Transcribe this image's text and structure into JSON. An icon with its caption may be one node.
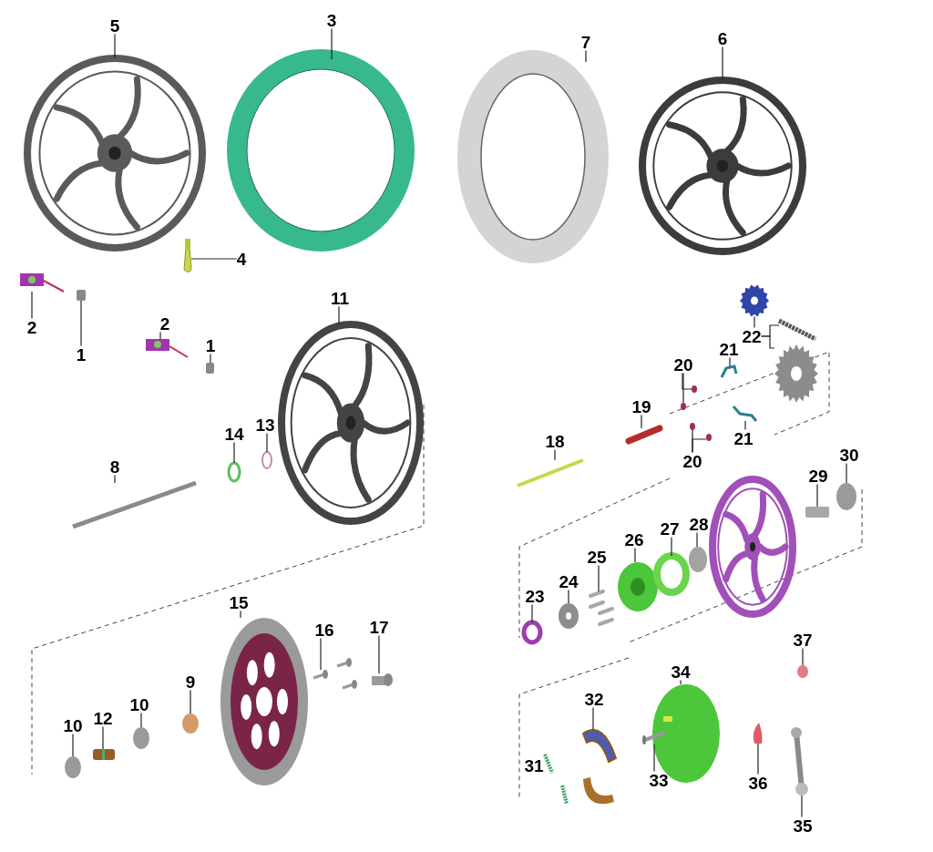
{
  "diagram": {
    "nodes": [
      {
        "text": [
          "5"
        ]
      },
      {
        "text": [
          "3"
        ]
      },
      {
        "text": [
          "7"
        ]
      },
      {
        "text": [
          "6"
        ]
      },
      {
        "text": [
          "4"
        ]
      },
      {
        "text": [
          "2"
        ]
      },
      {
        "text": [
          "1"
        ]
      },
      {
        "text": [
          "2"
        ]
      },
      {
        "text": [
          "1"
        ]
      },
      {
        "text": [
          "11"
        ]
      },
      {
        "text": [
          "14"
        ]
      },
      {
        "text": [
          "13"
        ]
      },
      {
        "text": [
          "8"
        ]
      },
      {
        "text": [
          "15"
        ]
      },
      {
        "text": [
          "16"
        ]
      },
      {
        "text": [
          "17"
        ]
      },
      {
        "text": [
          "10"
        ]
      },
      {
        "text": [
          "12"
        ]
      },
      {
        "text": [
          "10"
        ]
      },
      {
        "text": [
          "9"
        ]
      },
      {
        "text": [
          "22"
        ]
      },
      {
        "text": [
          "21"
        ]
      },
      {
        "text": [
          "20"
        ]
      },
      {
        "text": [
          "19"
        ]
      },
      {
        "text": [
          "20"
        ]
      },
      {
        "text": [
          "21"
        ]
      },
      {
        "text": [
          "18"
        ]
      },
      {
        "text": [
          "30"
        ]
      },
      {
        "text": [
          "29"
        ]
      },
      {
        "text": [
          "26"
        ]
      },
      {
        "text": [
          "27"
        ]
      },
      {
        "text": [
          "28"
        ]
      },
      {
        "text": [
          "25"
        ]
      },
      {
        "text": [
          "24"
        ]
      },
      {
        "text": [
          "23"
        ]
      },
      {
        "text": [
          "37"
        ]
      },
      {
        "text": [
          "34"
        ]
      },
      {
        "text": [
          "32"
        ]
      },
      {
        "text": [
          "31"
        ]
      },
      {
        "text": [
          "33"
        ]
      },
      {
        "text": [
          "36"
        ]
      },
      {
        "text": [
          "35"
        ]
      },
      {
        "text": [],
        "shape": "picture"
      },
      {
        "text": [],
        "shape": "picture"
      },
      {
        "text": [],
        "shape": "picture"
      },
      {
        "text": [],
        "shape": "picture"
      },
      {
        "text": [],
        "shape": "picture"
      },
      {
        "text": [],
        "shape": "picture"
      },
      {
        "text": [],
        "shape": "box"
      },
      {
        "text": [],
        "shape": "picture"
      },
      {
        "text": [],
        "shape": "box"
      },
      {
        "text": [],
        "shape": "picture"
      },
      {
        "text": [],
        "shape": "circle"
      },
      {
        "text": [],
        "shape": "circle"
      },
      {
        "text": [],
        "shape": "picture"
      },
      {
        "text": [],
        "shape": "picture"
      },
      {
        "text": [],
        "shape": "picture"
      },
      {
        "text": [],
        "shape": "picture"
      },
      {
        "text": [],
        "shape": "circle"
      },
      {
        "text": [],
        "shape": "picture"
      },
      {
        "text": [],
        "shape": "circle"
      },
      {
        "text": [],
        "shape": "circle"
      },
      {
        "text": [],
        "shape": "picture"
      },
      {
        "text": [],
        "shape": "picture"
      },
      {
        "text": [],
        "shape": "picture"
      },
      {
        "text": [],
        "shape": "picture"
      },
      {
        "text": [],
        "shape": "circle"
      },
      {
        "text": [],
        "shape": "circle"
      },
      {
        "text": [],
        "shape": "picture"
      },
      {
        "text": [],
        "shape": "circle"
      },
      {
        "text": [],
        "shape": "circle"
      },
      {
        "text": [],
        "shape": "picture"
      },
      {
        "text": [],
        "shape": "picture"
      },
      {
        "text": [],
        "shape": "circle"
      },
      {
        "text": [],
        "shape": "box"
      },
      {
        "text": [],
        "shape": "picture"
      },
      {
        "text": [],
        "shape": "circle"
      },
      {
        "text": [],
        "shape": "circle"
      },
      {
        "text": [],
        "shape": "picture"
      },
      {
        "text": [],
        "shape": "picture"
      },
      {
        "text": [],
        "shape": "circle"
      },
      {
        "text": [],
        "shape": "circle"
      },
      {
        "text": [],
        "shape": "picture"
      },
      {
        "text": [],
        "shape": "picture"
      },
      {
        "text": [],
        "shape": "picture"
      },
      {
        "text": [],
        "shape": "picture"
      },
      {
        "text": [],
        "shape": "picture"
      }
    ],
    "edges": [
      {
        "from": 0,
        "to": 42,
        "arrow": "none"
      },
      {
        "from": 1,
        "to": 43,
        "arrow": "none"
      },
      {
        "from": 2,
        "to": 44,
        "arrow": "none"
      },
      {
        "from": 3,
        "to": 45,
        "arrow": "none"
      },
      {
        "from": 4,
        "to": 46,
        "arrow": "none"
      },
      {
        "from": 5,
        "to": 47,
        "arrow": "none"
      },
      {
        "from": 6,
        "to": 48,
        "arrow": "none"
      },
      {
        "from": 7,
        "to": 49,
        "arrow": "none"
      },
      {
        "from": 8,
        "to": 50,
        "arrow": "none"
      },
      {
        "from": 9,
        "to": 51,
        "arrow": "none"
      },
      {
        "from": 10,
        "to": 52,
        "arrow": "none"
      },
      {
        "from": 11,
        "to": 53,
        "arrow": "none"
      },
      {
        "from": 12,
        "to": 54,
        "arrow": "none"
      },
      {
        "from": 13,
        "to": 55,
        "arrow": "none"
      },
      {
        "from": 14,
        "to": 56,
        "arrow": "none"
      },
      {
        "from": 15,
        "to": 57,
        "arrow": "none"
      },
      {
        "from": 16,
        "to": 58,
        "arrow": "none"
      },
      {
        "from": 17,
        "to": 59,
        "arrow": "none"
      },
      {
        "from": 18,
        "to": 60,
        "arrow": "none"
      },
      {
        "from": 19,
        "to": 61,
        "arrow": "none"
      },
      {
        "from": 20,
        "to": 62,
        "arrow": "none"
      },
      {
        "from": 20,
        "to": 63,
        "arrow": "none"
      },
      {
        "from": 20,
        "to": 64,
        "arrow": "none"
      },
      {
        "from": 21,
        "to": 65,
        "arrow": "none"
      },
      {
        "from": 22,
        "to": 66,
        "arrow": "none"
      },
      {
        "from": 22,
        "to": 67,
        "arrow": "none"
      },
      {
        "from": 23,
        "to": 68,
        "arrow": "none"
      },
      {
        "from": 24,
        "to": 69,
        "arrow": "none"
      },
      {
        "from": 24,
        "to": 70,
        "arrow": "none"
      },
      {
        "from": 25,
        "to": 71,
        "arrow": "none"
      },
      {
        "from": 26,
        "to": 72,
        "arrow": "none"
      },
      {
        "from": 27,
        "to": 73,
        "arrow": "none"
      },
      {
        "from": 28,
        "to": 74,
        "arrow": "none"
      },
      {
        "from": 29,
        "to": 75,
        "arrow": "none"
      },
      {
        "from": 30,
        "to": 76,
        "arrow": "none"
      },
      {
        "from": 31,
        "to": 77,
        "arrow": "none"
      },
      {
        "from": 32,
        "to": 78,
        "arrow": "none"
      },
      {
        "from": 33,
        "to": 79,
        "arrow": "none"
      },
      {
        "from": 34,
        "to": 80,
        "arrow": "none"
      },
      {
        "from": 35,
        "to": 81,
        "arrow": "none"
      },
      {
        "from": 36,
        "to": 82,
        "arrow": "none"
      },
      {
        "from": 37,
        "to": 83,
        "arrow": "none"
      },
      {
        "from": 39,
        "to": 84,
        "arrow": "none"
      },
      {
        "from": 40,
        "to": 85,
        "arrow": "none"
      },
      {
        "from": 41,
        "to": 86,
        "arrow": "none"
      }
    ]
  }
}
